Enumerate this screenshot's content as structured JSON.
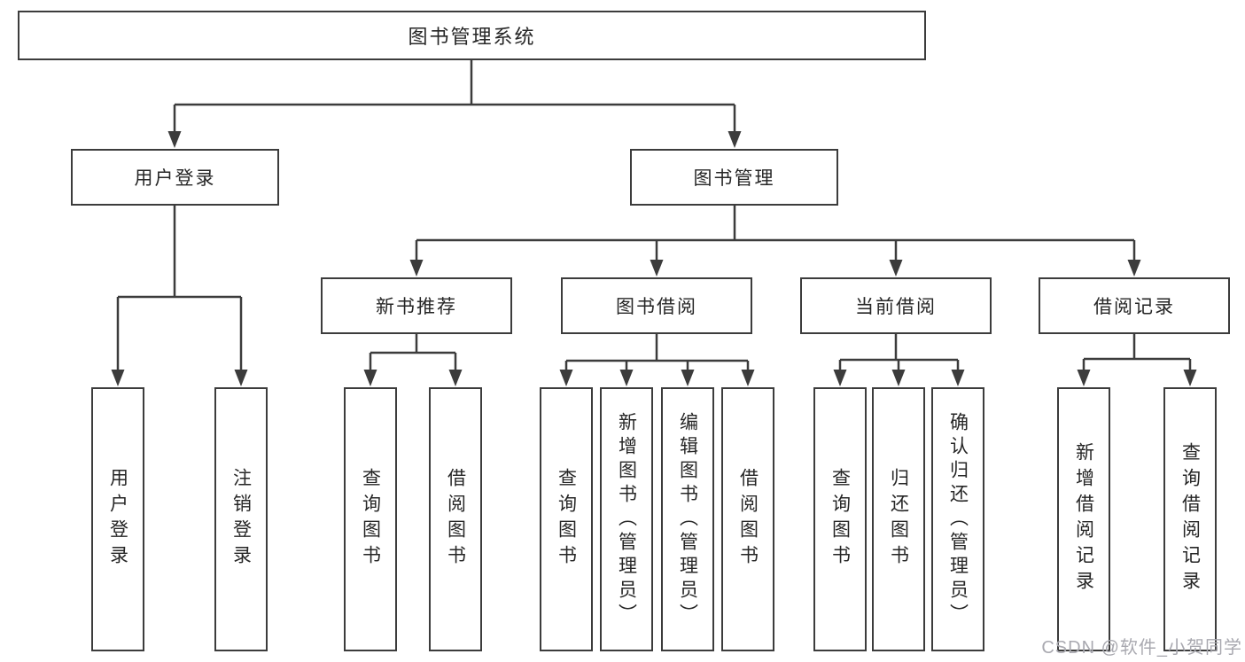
{
  "diagram": {
    "root": "图书管理系统",
    "level2": [
      "用户登录",
      "图书管理"
    ],
    "level3": [
      "新书推荐",
      "图书借阅",
      "当前借阅",
      "借阅记录"
    ],
    "leaves": {
      "user_login": [
        "用户登录",
        "注销登录"
      ],
      "new_books": [
        "查询图书",
        "借阅图书"
      ],
      "book_borrow": [
        "查询图书",
        "新增图书（管理员）",
        "编辑图书（管理员）",
        "借阅图书"
      ],
      "current_borrow": [
        "查询图书",
        "归还图书",
        "确认归还（管理员）"
      ],
      "borrow_records": [
        "新增借阅记录",
        "查询借阅记录"
      ]
    },
    "colors": {
      "line": "#3c3c3c",
      "text": "#262626",
      "watermark_text": "#a9a9b0",
      "background": "#ffffff"
    },
    "watermark": "CSDN @软件_小贺同学"
  }
}
